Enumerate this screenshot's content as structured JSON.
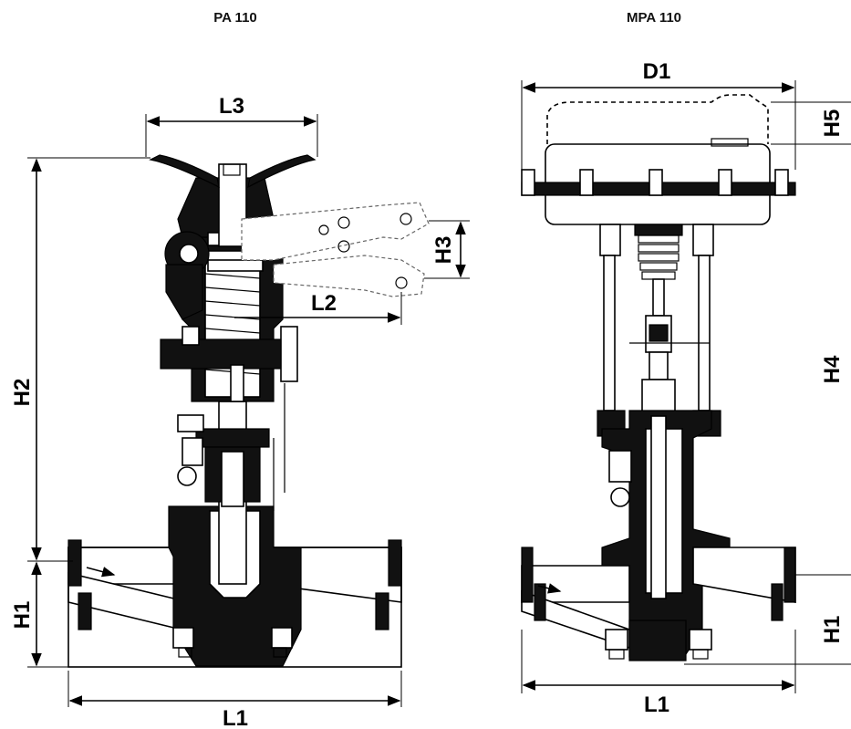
{
  "titles": {
    "left": "PA 110",
    "right": "MPA 110"
  },
  "left_view": {
    "dimensions": {
      "L3": "L3",
      "L2": "L2",
      "H3": "H3",
      "H2": "H2",
      "H1": "H1",
      "L1": "L1"
    }
  },
  "right_view": {
    "dimensions": {
      "D1": "D1",
      "H5": "H5",
      "H4": "H4",
      "H1": "H1",
      "L1": "L1"
    }
  },
  "icons": {
    "flow_arrow": "flow-arrow-icon",
    "handwheel": "handwheel-icon",
    "actuator": "actuator-icon"
  },
  "colors": {
    "line": "#000000",
    "fill_dark": "#111111",
    "background": "#ffffff"
  }
}
